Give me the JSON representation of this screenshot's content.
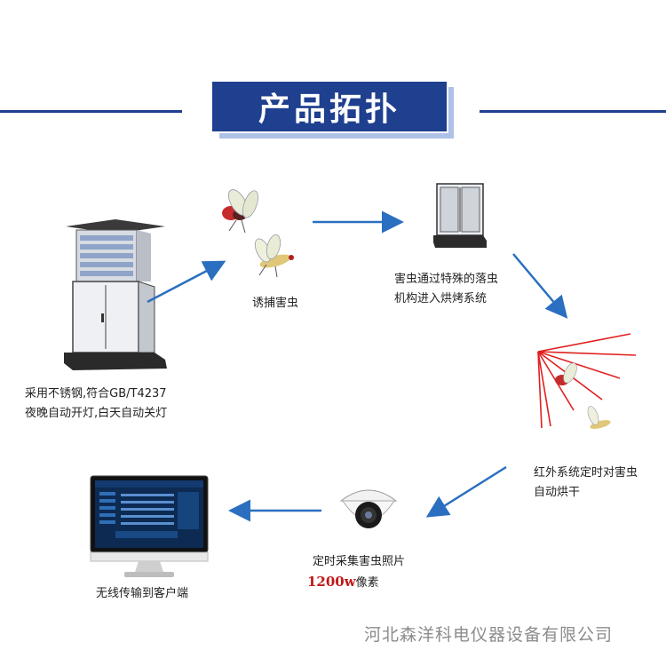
{
  "header": {
    "title": "产品拓扑"
  },
  "nodes": {
    "device": {
      "line1": "采用不锈钢,符合GB/T4237",
      "line2": "夜晚自动开灯,白天自动关灯"
    },
    "lure": {
      "label": "诱捕害虫"
    },
    "cabinet": {
      "line1": "害虫通过特殊的落虫",
      "line2": "机构进入烘烤系统"
    },
    "infrared": {
      "line1": "红外系统定时对害虫",
      "line2": "自动烘干"
    },
    "camera": {
      "line1": "定时采集害虫照片",
      "pixels": "1200w",
      "pixels_suffix": "像素"
    },
    "monitor": {
      "label": "无线传输到客户端"
    }
  },
  "footer": {
    "company": "河北森洋科电仪器设备有限公司"
  },
  "colors": {
    "accent": "#1f3f8f",
    "arrow": "#2a6fc0",
    "laser": "#e02020",
    "highlight": "#c01818"
  }
}
